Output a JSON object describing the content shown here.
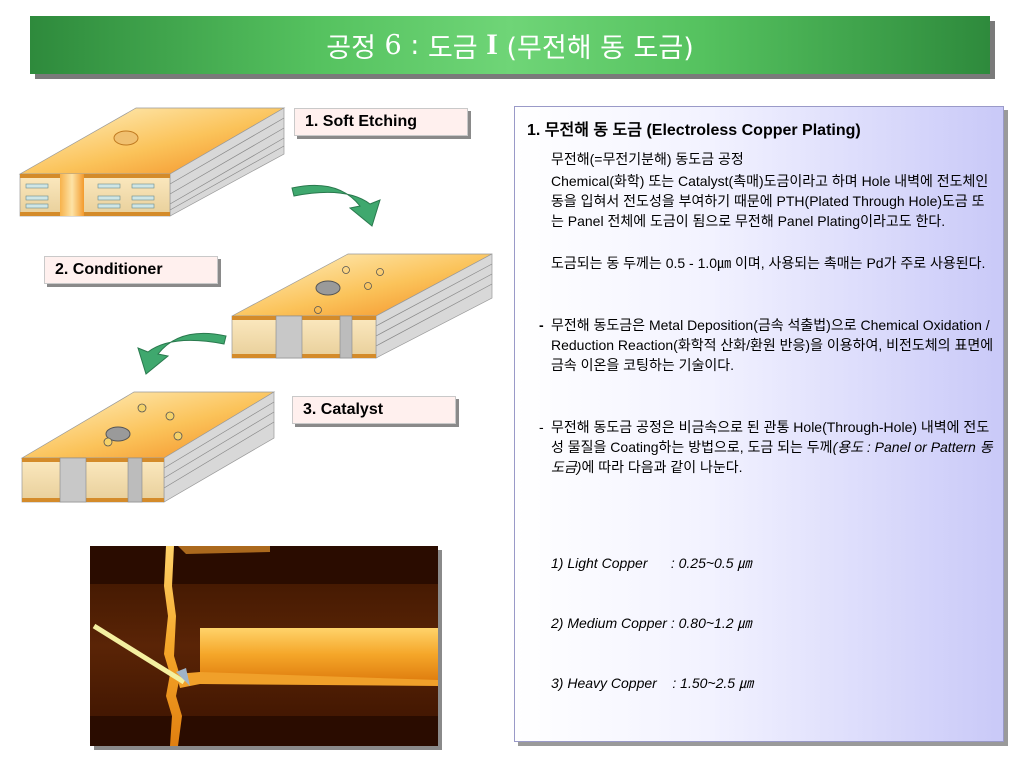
{
  "title": {
    "part1": "공정 ",
    "num": "6",
    "sep": " : ",
    "part2": "도금 ",
    "roman": "I",
    "part3": " (무전해 동 도금)"
  },
  "steps": [
    {
      "label": "1. Soft Etching"
    },
    {
      "label": "2. Conditioner"
    },
    {
      "label": "3. Catalyst"
    }
  ],
  "panel": {
    "heading_num": "1. 무전해 동 도금 (",
    "heading_en": "Electroless Copper Plating",
    "heading_close": ")",
    "sub": "무전해(=무전기분해) 동도금 공정",
    "p1": "Chemical(화학) 또는 Catalyst(촉매)도금이라고 하며 Hole 내벽에 전도체인 동을 입혀서 전도성을 부여하기 때문에 PTH(Plated Through Hole)도금 또는 Panel 전체에 도금이 됨으로 무전해 Panel Plating이라고도 한다.",
    "p2": "도금되는 동 두께는 0.5 - 1.0㎛ 이며, 사용되는 촉매는 Pd가 주로 사용된다.",
    "b1_dash": "-",
    "b1": "무전해 동도금은 Metal Deposition(금속 석출법)으로 Chemical Oxidation / Reduction Reaction(화학적 산화/환원 반응)을 이용하여, 비전도체의 표면에 금속 이온을 코팅하는 기술이다.",
    "b2_dash": "-",
    "b2_a": "무전해 동도금 공정은 비금속으로 된 관통 Hole(Through-Hole) 내벽에 전도성 물질을 Coating하는 방법으로, 도금 되는 두께",
    "b2_i": "(용도 : Panel or Pattern 동 도금)",
    "b2_b": "에 따라 다음과 같이 나눈다.",
    "list": [
      "1) Light Copper      : 0.25~0.5 ㎛",
      "2) Medium Copper : 0.80~1.2 ㎛",
      "3) Heavy Copper    : 1.50~2.5 ㎛"
    ]
  },
  "colors": {
    "title_green": "#55c25f",
    "step_bg": "#fff0ee",
    "panel_lavender": "#c9c9f8",
    "board_orange": "#f7a63a",
    "arrow_green": "#3fa86e"
  }
}
